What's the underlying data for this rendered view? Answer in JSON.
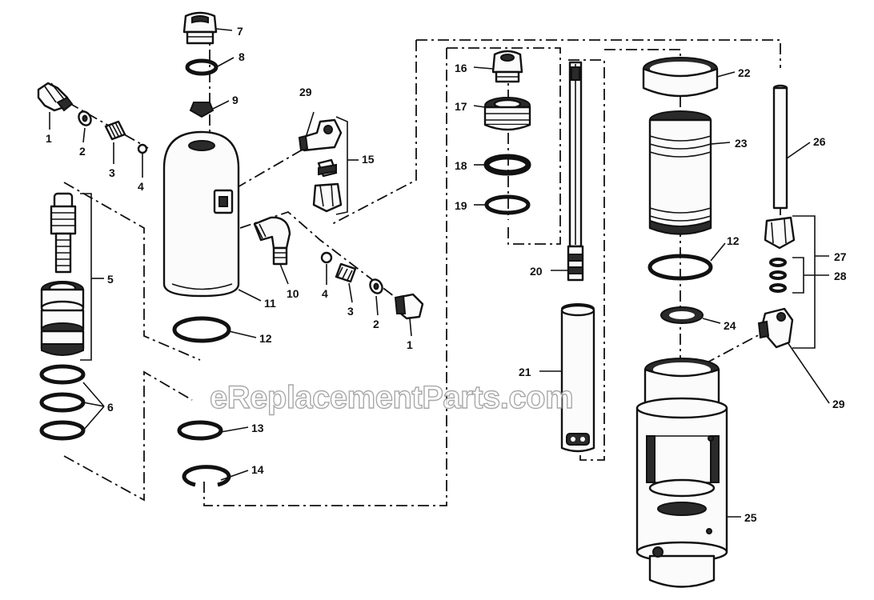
{
  "diagram": {
    "type": "exploded-parts-diagram",
    "watermark": "eReplacementParts.com",
    "callouts": [
      {
        "id": "c1a",
        "text": "1"
      },
      {
        "id": "c2a",
        "text": "2"
      },
      {
        "id": "c3a",
        "text": "3"
      },
      {
        "id": "c4a",
        "text": "4"
      },
      {
        "id": "c5",
        "text": "5"
      },
      {
        "id": "c6",
        "text": "6"
      },
      {
        "id": "c7",
        "text": "7"
      },
      {
        "id": "c8",
        "text": "8"
      },
      {
        "id": "c9",
        "text": "9"
      },
      {
        "id": "c10",
        "text": "10"
      },
      {
        "id": "c11",
        "text": "11"
      },
      {
        "id": "c12a",
        "text": "12"
      },
      {
        "id": "c13",
        "text": "13"
      },
      {
        "id": "c14",
        "text": "14"
      },
      {
        "id": "c15",
        "text": "15"
      },
      {
        "id": "c4b",
        "text": "4"
      },
      {
        "id": "c3b",
        "text": "3"
      },
      {
        "id": "c2b",
        "text": "2"
      },
      {
        "id": "c1b",
        "text": "1"
      },
      {
        "id": "c16",
        "text": "16"
      },
      {
        "id": "c17",
        "text": "17"
      },
      {
        "id": "c18",
        "text": "18"
      },
      {
        "id": "c19",
        "text": "19"
      },
      {
        "id": "c20",
        "text": "20"
      },
      {
        "id": "c21",
        "text": "21"
      },
      {
        "id": "c22",
        "text": "22"
      },
      {
        "id": "c23",
        "text": "23"
      },
      {
        "id": "c12b",
        "text": "12"
      },
      {
        "id": "c24",
        "text": "24"
      },
      {
        "id": "c25",
        "text": "25"
      },
      {
        "id": "c26",
        "text": "26"
      },
      {
        "id": "c27",
        "text": "27"
      },
      {
        "id": "c28",
        "text": "28"
      },
      {
        "id": "c29a",
        "text": "29"
      },
      {
        "id": "c29b",
        "text": "29"
      }
    ]
  }
}
